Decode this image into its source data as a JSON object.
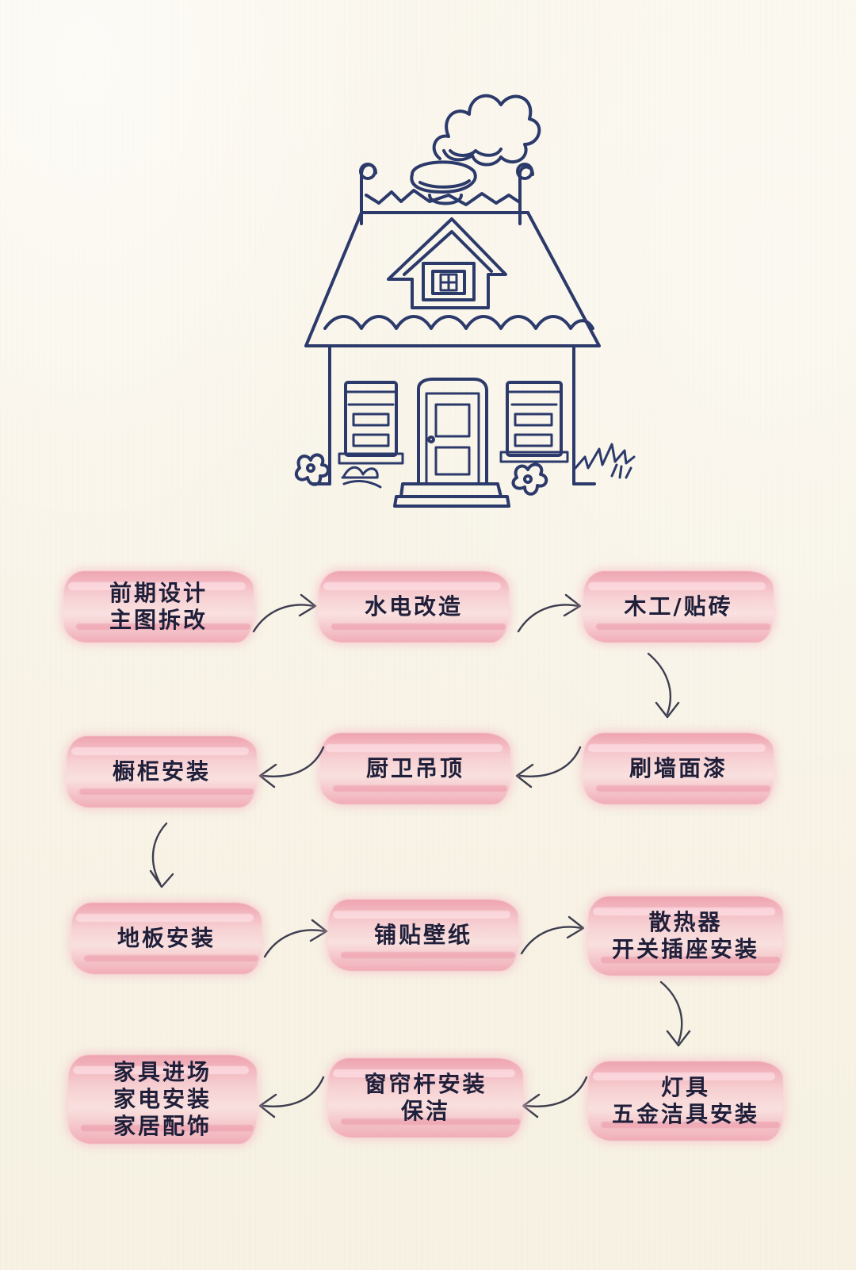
{
  "colors": {
    "background": "#f8f3e7",
    "label_text": "#1f1f3a",
    "brush_pink": "#ee9fb0",
    "house_ink": "#2c3a6b",
    "arrow_ink": "#3e3e50"
  },
  "steps": [
    {
      "id": "design",
      "text": "前期设计\n主图拆改"
    },
    {
      "id": "plumbing-electric",
      "text": "水电改造"
    },
    {
      "id": "carpentry-tiling",
      "text": "木工/贴砖"
    },
    {
      "id": "wall-painting",
      "text": "刷墙面漆"
    },
    {
      "id": "kitchen-bath-ceiling",
      "text": "厨卫吊顶"
    },
    {
      "id": "cabinet-install",
      "text": "橱柜安装"
    },
    {
      "id": "floor-install",
      "text": "地板安装"
    },
    {
      "id": "wallpaper",
      "text": "铺贴壁纸"
    },
    {
      "id": "radiator-switches",
      "text": "散热器\n开关插座安装"
    },
    {
      "id": "lighting-hardware",
      "text": "灯具\n五金洁具安装"
    },
    {
      "id": "curtain-cleaning",
      "text": "窗帘杆安装\n保洁"
    },
    {
      "id": "furniture-appliances",
      "text": "家具进场\n家电安装\n家居配饰"
    }
  ],
  "icons": {
    "house": "house-sketch-icon",
    "arrow": "curved-arrow-icon"
  }
}
